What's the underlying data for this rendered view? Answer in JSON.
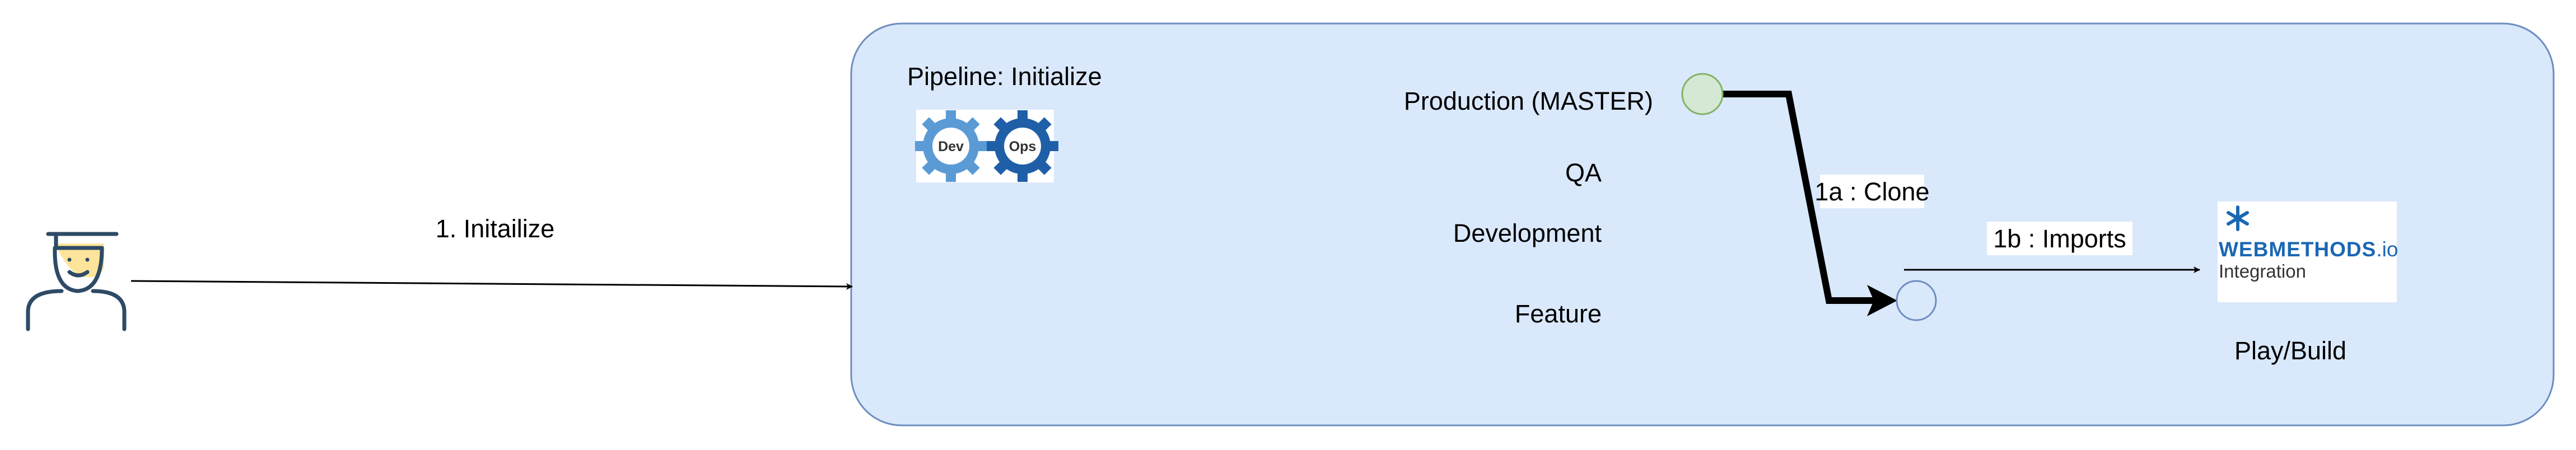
{
  "pipeline": {
    "title": "Pipeline: Initialize",
    "devops_icon": "devops-gears-icon",
    "gear_labels": [
      "Dev",
      "Ops"
    ]
  },
  "actor": {
    "icon": "user-icon"
  },
  "edges": {
    "initialize": "1. Initailize",
    "clone": "1a : Clone",
    "imports": "1b : Imports"
  },
  "branches": {
    "production": "Production (MASTER)",
    "qa": "QA",
    "development": "Development",
    "feature": "Feature"
  },
  "webmethods": {
    "icon": "webmethods-logo-icon",
    "brand": "WEBMETHODS",
    "suffix": ".io",
    "subtitle": "Integration",
    "caption": "Play/Build"
  },
  "colors": {
    "container_fill": "#dae8fc",
    "container_stroke": "#6c8ebf",
    "production_node_fill": "#d5e8d4",
    "production_node_stroke": "#82b366",
    "feature_node_stroke": "#6c8ebf",
    "brand": "#1b67b3",
    "gear_dev": "#5b9bd5",
    "gear_ops": "#1f5fa8"
  }
}
